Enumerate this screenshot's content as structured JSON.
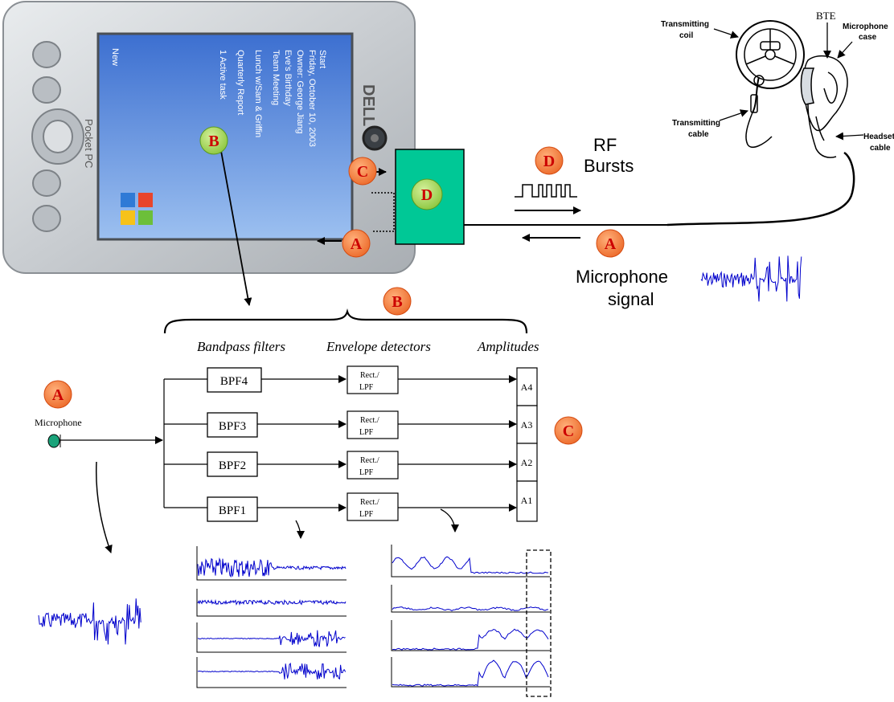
{
  "device": {
    "brand": "DELL",
    "side_label": "Pocket PC",
    "screen_start": "Start",
    "screen_lines": [
      "Friday, October 10, 2003",
      "Owner: George Jiang",
      "Eve's Birthday",
      "Team Meeting",
      "Lunch w/Sam & Griffin",
      "Quarterly Report",
      "1 Active task"
    ],
    "screen_menu": "New"
  },
  "badges": {
    "A1": "A",
    "A2": "A",
    "A3": "A",
    "B1": "B",
    "B2": "B",
    "C1": "C",
    "C2": "C",
    "D1": "D",
    "D2": "D"
  },
  "rf_label_line1": "RF",
  "rf_label_line2": "Bursts",
  "mic_signal_line1": "Microphone",
  "mic_signal_line2": "signal",
  "headset": {
    "transmitting_coil_1": "Transmitting",
    "transmitting_coil_2": "coil",
    "bte": "BTE",
    "microphone_case_1": "Microphone",
    "microphone_case_2": "case",
    "transmitting_cable_1": "Transmitting",
    "transmitting_cable_2": "cable",
    "headset_cable_1": "Headset",
    "headset_cable_2": "cable"
  },
  "diagram": {
    "heading_bpf": "Bandpass filters",
    "heading_env": "Envelope detectors",
    "heading_amp": "Amplitudes",
    "microphone_label": "Microphone",
    "filters": [
      "BPF4",
      "BPF3",
      "BPF2",
      "BPF1"
    ],
    "rect_line1": "Rect./",
    "rect_line2": "LPF",
    "amplitudes": [
      "A4",
      "A3",
      "A2",
      "A1"
    ]
  },
  "colors": {
    "badge_orange": "#f47c3c",
    "badge_green": "#a5d85a",
    "badge_text": "#cc0000",
    "d_box": "#00c896",
    "signal_blue": "#0000cc",
    "mic_dot": "#1aa37a"
  }
}
